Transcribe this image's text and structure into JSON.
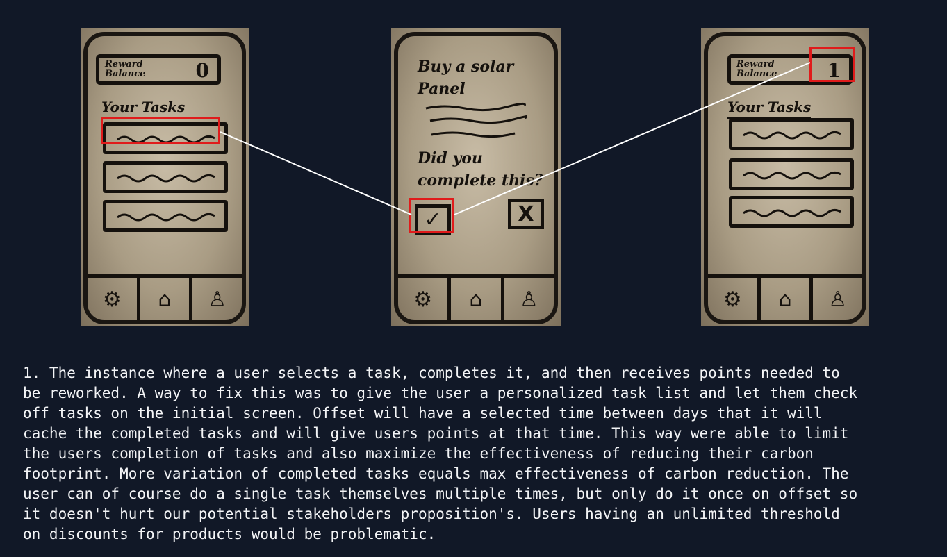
{
  "screens": {
    "home_before": {
      "reward_label": "Reward Balance",
      "reward_value": "0",
      "tasks_heading": "Your Tasks"
    },
    "task_detail": {
      "title": "Buy a solar Panel",
      "question": "Did you complete this?",
      "confirm_label": "✓",
      "reject_label": "X"
    },
    "home_after": {
      "reward_label": "Reward Balance",
      "reward_value": "1",
      "tasks_heading": "Your Tasks"
    },
    "nav": {
      "settings_icon": "gear-icon",
      "home_icon": "home-icon",
      "profile_icon": "user-icon"
    }
  },
  "colors": {
    "background": "#111827",
    "highlight": "#e01b1b",
    "caption_text": "#f3f4f6"
  },
  "caption": "1. The instance where a user selects a task, completes it, and then receives points needed to\nbe reworked. A way to fix this was to give the user a personalized task list and let them check\noff tasks on the initial screen. Offset will have a selected time between days that it will\ncache the completed tasks and will give users points at that time. This way were able to limit\nthe users completion of tasks and also maximize the effectiveness of reducing their carbon\nfootprint. More variation of completed tasks equals max effectiveness of carbon reduction. The\nuser can of course do a single task themselves multiple times, but only do it once on offset so\nit doesn't hurt our potential stakeholders proposition's. Users having an unlimited threshold\non discounts for products would be problematic."
}
